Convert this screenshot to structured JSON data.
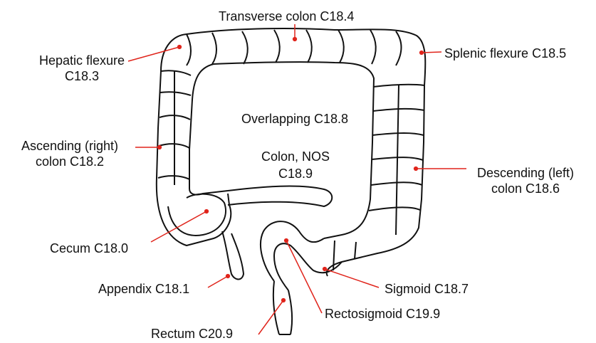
{
  "labels": {
    "transverse": "Transverse colon C18.4",
    "hepatic_1": "Hepatic flexure",
    "hepatic_2": "C18.3",
    "splenic": "Splenic flexure C18.5",
    "overlapping": "Overlapping C18.8",
    "ascending_1": "Ascending  (right)",
    "ascending_2": "colon C18.2",
    "colon_nos_1": "Colon, NOS",
    "colon_nos_2": "C18.9",
    "descending_1": "Descending (left)",
    "descending_2": "colon C18.6",
    "cecum": "Cecum C18.0",
    "appendix": "Appendix C18.1",
    "sigmoid": "Sigmoid C18.7",
    "rectosigmoid": "Rectosigmoid C19.9",
    "rectum": "Rectum C20.9"
  },
  "colors": {
    "leader_line": "#e0241b",
    "outline": "#111111",
    "text": "#111111"
  }
}
